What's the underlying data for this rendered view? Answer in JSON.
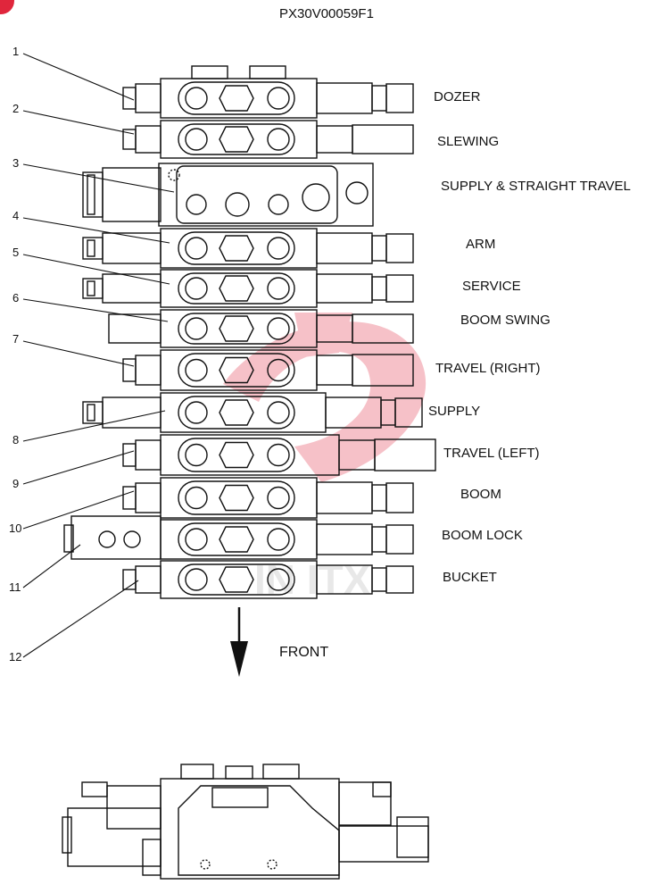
{
  "drawing_code": "PX30V00059F1",
  "front_label": "FRONT",
  "callouts": [
    "1",
    "2",
    "3",
    "4",
    "5",
    "6",
    "7",
    "8",
    "9",
    "10",
    "11",
    "12"
  ],
  "section_labels": [
    "DOZER",
    "SLEWING",
    "SUPPLY & STRAIGHT TRAVEL",
    "ARM",
    "SERVICE",
    "BOOM SWING",
    "TRAVEL (RIGHT)",
    "SUPPLY",
    "TRAVEL (LEFT)",
    "BOOM",
    "BOOM LOCK",
    "BUCKET"
  ],
  "watermark_text": "IN ITX",
  "colors": {
    "line": "#111111",
    "watermark_red": "#e0263c",
    "watermark_gray": "#c8c8c8"
  }
}
